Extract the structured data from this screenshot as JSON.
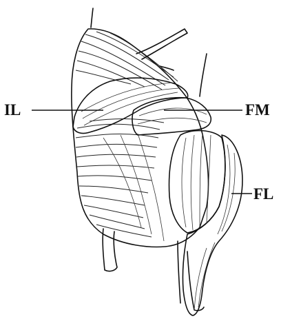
{
  "labels": {
    "il": "IL",
    "fm": "FM",
    "fl": "FL"
  },
  "colors": {
    "il_muscle": "#2e3a9e",
    "fm_muscle": "#e02024",
    "fl_muscle": "#2f7a72",
    "ink": "#111111",
    "background": "#ffffff"
  }
}
